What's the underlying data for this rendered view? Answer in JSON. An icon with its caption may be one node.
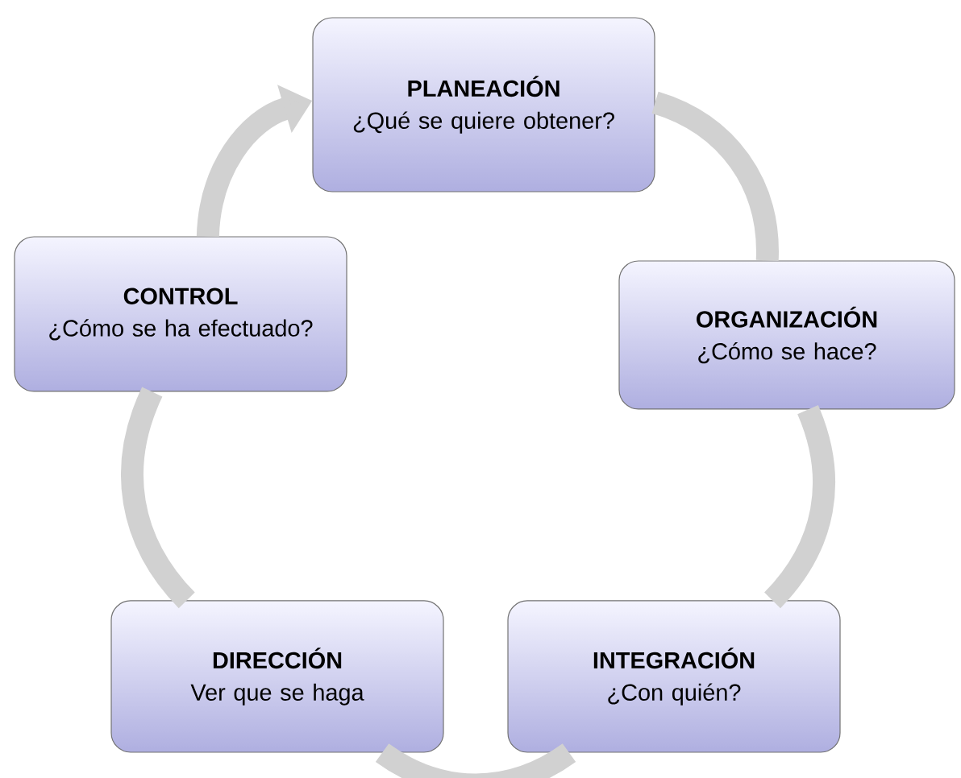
{
  "diagram": {
    "nodes": [
      {
        "text": [
          "PLANEACIÓN",
          "¿Qué se quiere obtener?"
        ]
      },
      {
        "text": [
          "ORGANIZACIÓN",
          "¿Cómo se hace?"
        ]
      },
      {
        "text": [
          "INTEGRACIÓN",
          "¿Con quién?"
        ]
      },
      {
        "text": [
          "DIRECCIÓN",
          "Ver que se haga"
        ]
      },
      {
        "text": [
          "CONTROL",
          "¿Cómo se ha efectuado?"
        ]
      }
    ],
    "edges": [
      {
        "from": 0,
        "to": 1,
        "arrow": "none"
      },
      {
        "from": 1,
        "to": 2,
        "arrow": "none"
      },
      {
        "from": 2,
        "to": 3,
        "arrow": "none"
      },
      {
        "from": 3,
        "to": 4,
        "arrow": "none"
      },
      {
        "from": 4,
        "to": 0,
        "arrow": "to"
      }
    ]
  }
}
